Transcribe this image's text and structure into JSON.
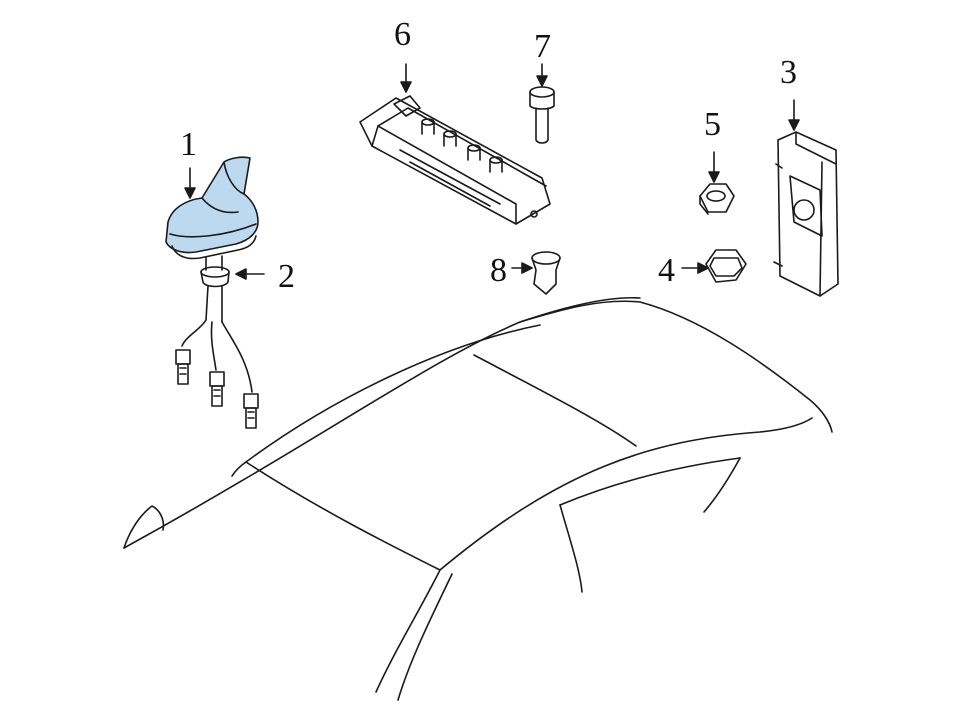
{
  "callouts": [
    {
      "id": "1",
      "text": "1"
    },
    {
      "id": "2",
      "text": "2"
    },
    {
      "id": "3",
      "text": "3"
    },
    {
      "id": "4",
      "text": "4"
    },
    {
      "id": "5",
      "text": "5"
    },
    {
      "id": "6",
      "text": "6"
    },
    {
      "id": "7",
      "text": "7"
    },
    {
      "id": "8",
      "text": "8"
    }
  ],
  "colors": {
    "line": "#1a1a1a",
    "highlight": "#bcd9ef",
    "background": "#ffffff"
  }
}
